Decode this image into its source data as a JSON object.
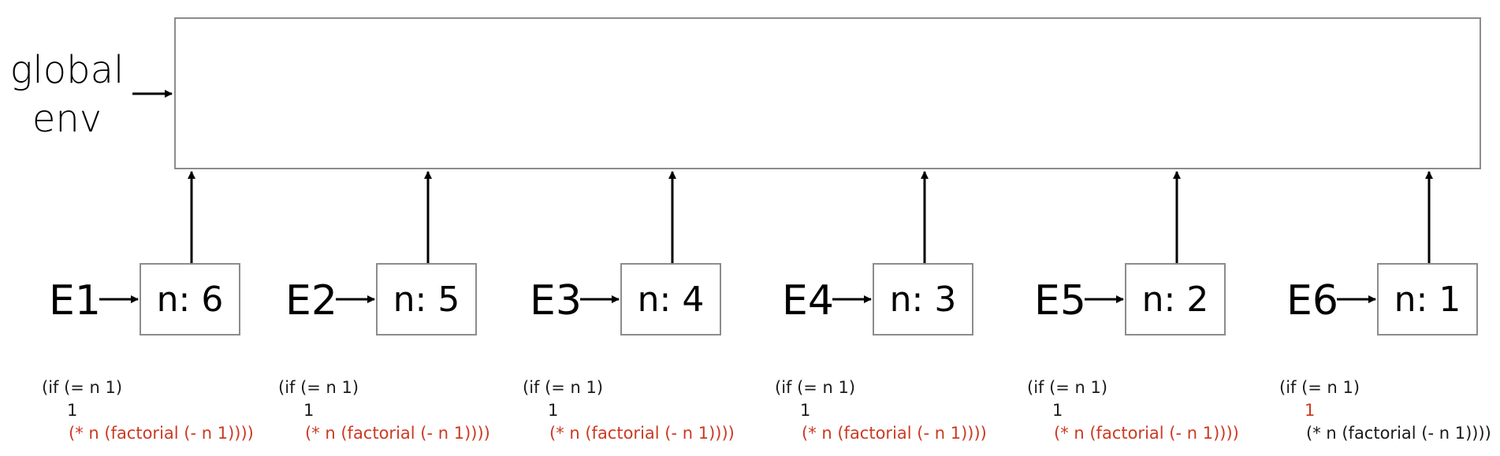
{
  "global_env": {
    "line1": "global",
    "line2": "env"
  },
  "colors": {
    "highlight": "#cc3a23",
    "normal": "#1a1a1a",
    "box_border": "#8c8c8c"
  },
  "frames": [
    {
      "env": "E1",
      "binding": "n: 6",
      "code": [
        "(if (= n 1)",
        "1",
        "(* n (factorial (- n 1))))"
      ],
      "highlight_line": 2
    },
    {
      "env": "E2",
      "binding": "n: 5",
      "code": [
        "(if (= n 1)",
        "1",
        "(* n (factorial (- n 1))))"
      ],
      "highlight_line": 2
    },
    {
      "env": "E3",
      "binding": "n: 4",
      "code": [
        "(if (= n 1)",
        "1",
        "(* n (factorial (- n 1))))"
      ],
      "highlight_line": 2
    },
    {
      "env": "E4",
      "binding": "n: 3",
      "code": [
        "(if (= n 1)",
        "1",
        "(* n (factorial (- n 1))))"
      ],
      "highlight_line": 2
    },
    {
      "env": "E5",
      "binding": "n: 2",
      "code": [
        "(if (= n 1)",
        "1",
        "(* n (factorial (- n 1))))"
      ],
      "highlight_line": 2
    },
    {
      "env": "E6",
      "binding": "n: 1",
      "code": [
        "(if (= n 1)",
        "1",
        "(* n (factorial (- n 1))))"
      ],
      "highlight_line": 1
    }
  ]
}
